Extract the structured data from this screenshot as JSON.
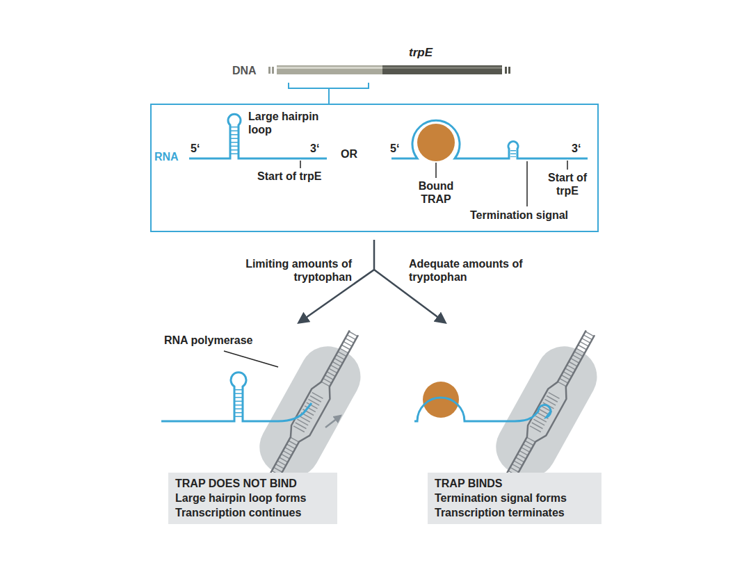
{
  "diagram": {
    "nodes": [
      {
        "text": [
          "TRAP DOES NOT BIND",
          "Large hairpin loop forms",
          "Transcription continues"
        ]
      },
      {
        "text": [
          "TRAP BINDS",
          "Termination signal forms",
          "Transcription terminates"
        ]
      }
    ],
    "labels": [
      "trpE",
      "DNA",
      "Large hairpin loop",
      "5‘",
      "3‘",
      "RNA",
      "Start of trpE",
      "OR",
      "5‘",
      "3‘",
      "Bound TRAP",
      "Start of trpE",
      "Termination signal",
      "Limiting amounts of tryptophan",
      "Adequate amounts of tryptophan",
      "RNA polymerase"
    ]
  }
}
